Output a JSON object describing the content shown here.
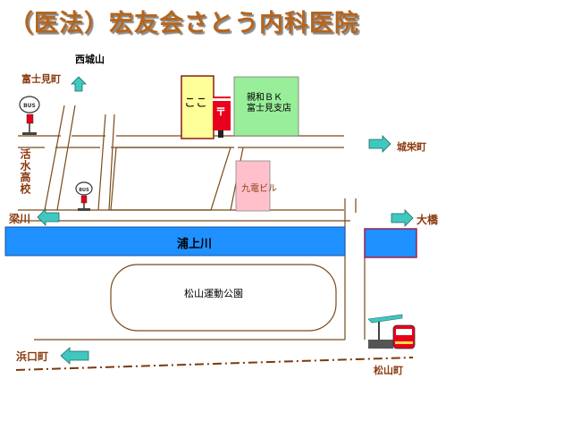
{
  "title": "（医法）宏友会さとう内科医院",
  "labels": {
    "nishijoyama": "西城山",
    "fujimicho_stop": "富士見町",
    "katsusui_high": "活水高校",
    "yanagawa": "梁川",
    "jouei_cho": "城栄町",
    "ohashi": "大橋",
    "hamaguchi_cho": "浜口町",
    "matsuyama_cho": "松山町",
    "urakami_river": "浦上川",
    "matsuyama_park": "松山運動公園",
    "clinic": "ここ",
    "bank": "親和ＢＫ\n富士見支店",
    "kyuden_building": "九電ビル",
    "bus_sign": "BUS",
    "post_mark": "〒"
  },
  "colors": {
    "title": "#b5651d",
    "label": "#8b3a0e",
    "river": "#1e90ff",
    "arrow": "#40c8c0",
    "clinic_fill": "#ffff99",
    "clinic_border": "#8b1a1a",
    "bank_fill": "#99ee99",
    "kyuden_fill": "#ffc0cb",
    "post_box": "#e8001c",
    "road": "#7a4a1a"
  },
  "icons": [
    "bus-stop-icon",
    "post-box-icon",
    "tram-icon",
    "arrow-icon"
  ]
}
